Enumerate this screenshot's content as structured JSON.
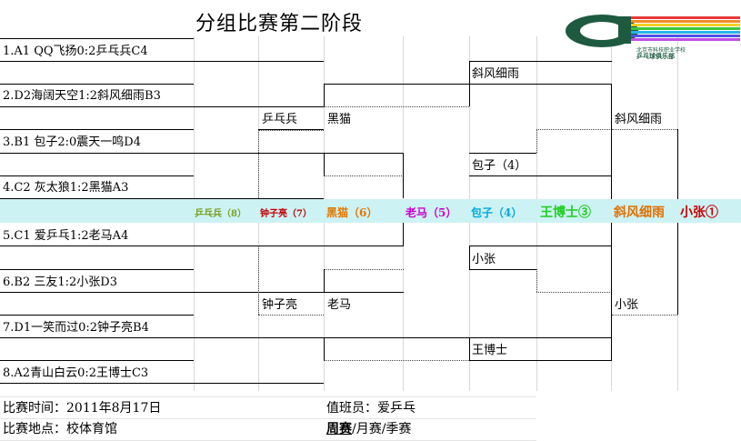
{
  "title": "分组比赛第二阶段",
  "matches": [
    "1.A1  QQ飞扬0:2乒乓兵C4",
    "2.D2海阔天空1:2斜风细雨B3",
    "3.B1   包子2:0震天一鸣D4",
    "4.C2  灰太狼1:2黑猫A3",
    "5.C1  爱乒乓1:2老马A4",
    "6.B2    三友1:2小张D3",
    "7.D1一笑而过0:2钟子亮B4",
    "8.A2青山白云0:2王博士C3"
  ],
  "winners": {
    "r1": [
      "乒乓兵",
      "黑猫",
      "钟子亮",
      "老马"
    ],
    "r2": [
      "斜风细雨",
      "包子（4）",
      "小张",
      "王博士"
    ],
    "r3": [
      "斜风细雨",
      "小张"
    ]
  },
  "ranking": [
    {
      "text": "乒乓兵（8）",
      "color": "#7aa020"
    },
    {
      "text": "钟子亮（7）",
      "color": "#c00000"
    },
    {
      "text": "黑猫（6）",
      "color": "#e07800"
    },
    {
      "text": "老马（5）",
      "color": "#cc00cc"
    },
    {
      "text": "包子（4）",
      "color": "#00aadd"
    },
    {
      "text": "王博士③",
      "color": "#22cc22"
    },
    {
      "text": "斜风细雨",
      "color": "#e07000"
    },
    {
      "text": "小张①",
      "color": "#cc0000"
    }
  ],
  "band_color": "#cdf2f4",
  "footer": {
    "time": "比赛时间：2011年8月17日",
    "place": "比赛地点：校体育馆",
    "duty": "值班员：爱乒乓",
    "type_bold": "周赛",
    "type_rest": "/月赛/季赛"
  },
  "logo": {
    "line1": "北京市科技职业学校",
    "line2": "乒乓球俱乐部"
  }
}
